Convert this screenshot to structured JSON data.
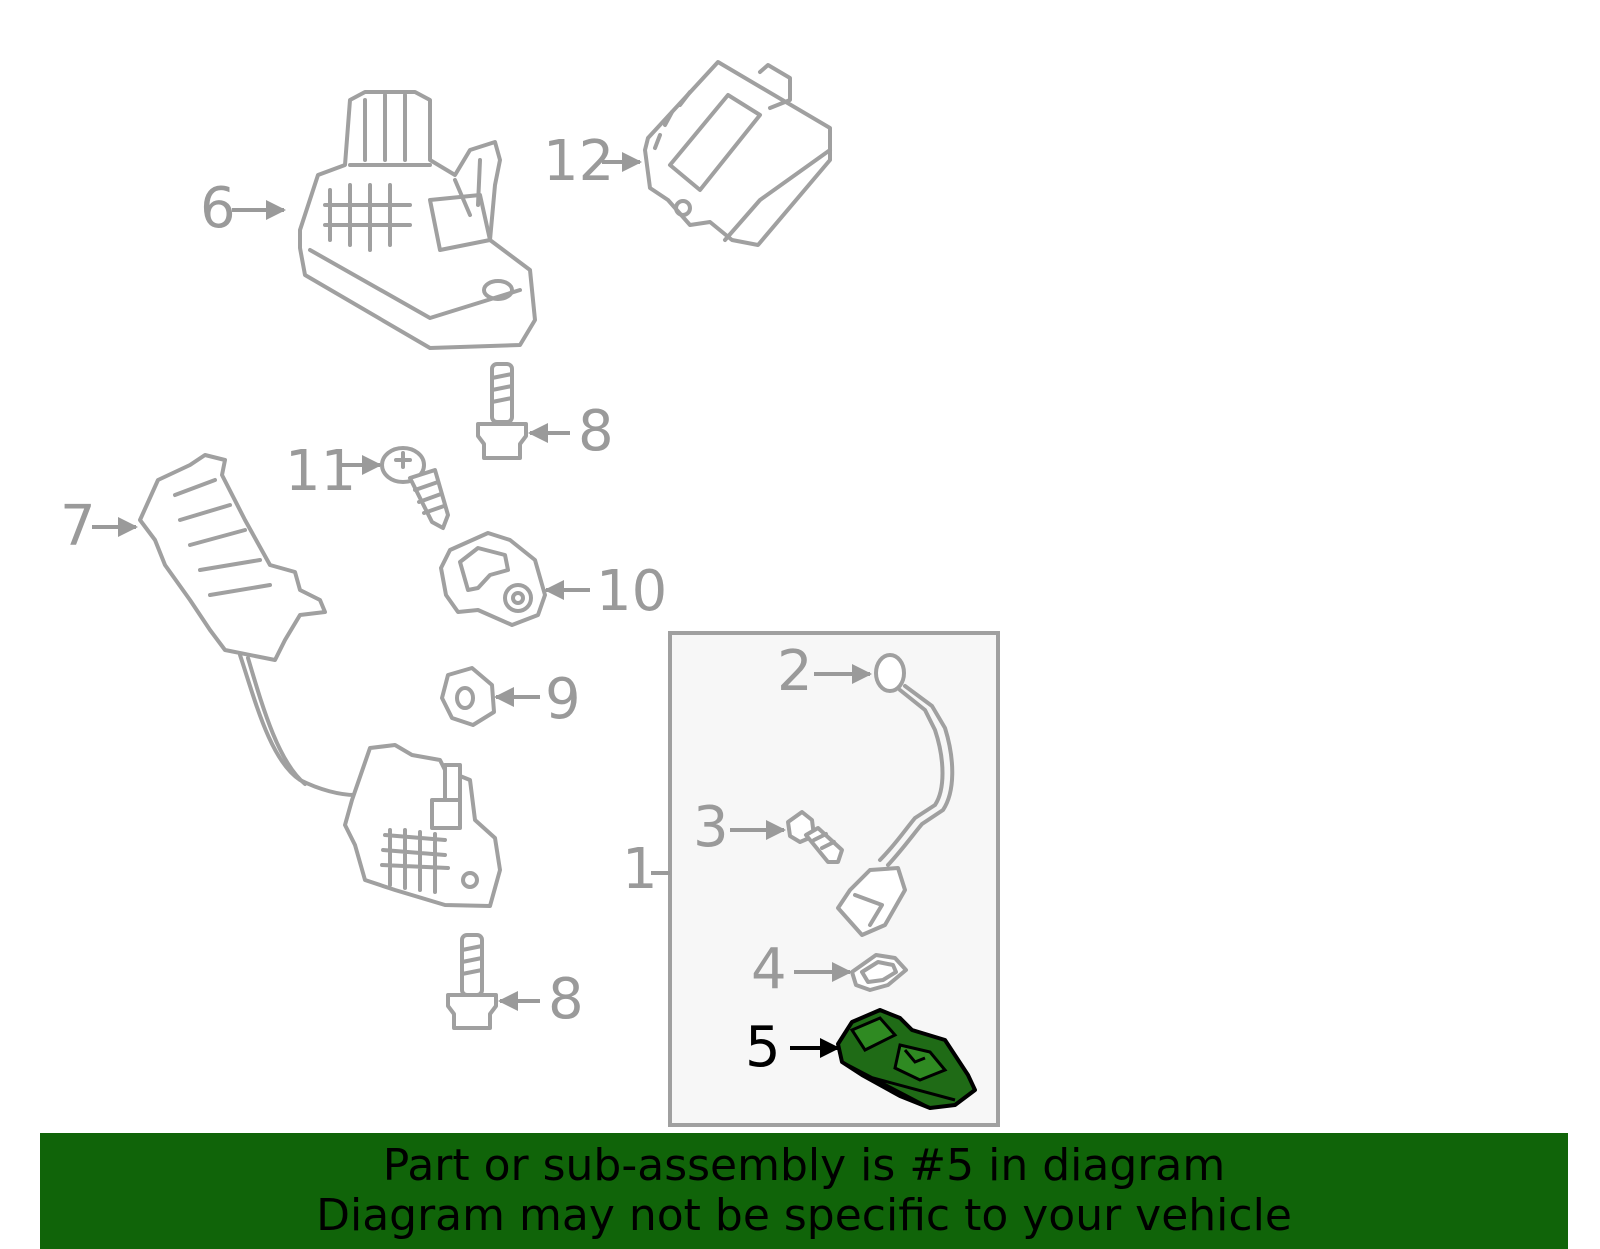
{
  "callouts": {
    "c1": "1",
    "c2": "2",
    "c3": "3",
    "c4": "4",
    "c5": "5",
    "c6": "6",
    "c7": "7",
    "c8a": "8",
    "c8b": "8",
    "c9": "9",
    "c10": "10",
    "c11": "11",
    "c12": "12"
  },
  "highlighted_part": "5",
  "colors": {
    "banner_bg": "#106409",
    "highlight_fill": "#1f6b16",
    "part_stroke": "#a0a0a0",
    "label_gray": "#9a9a9a"
  },
  "banner": {
    "line1": "Part or sub-assembly is #5 in diagram",
    "line2": "Diagram may not be specific to your vehicle"
  }
}
